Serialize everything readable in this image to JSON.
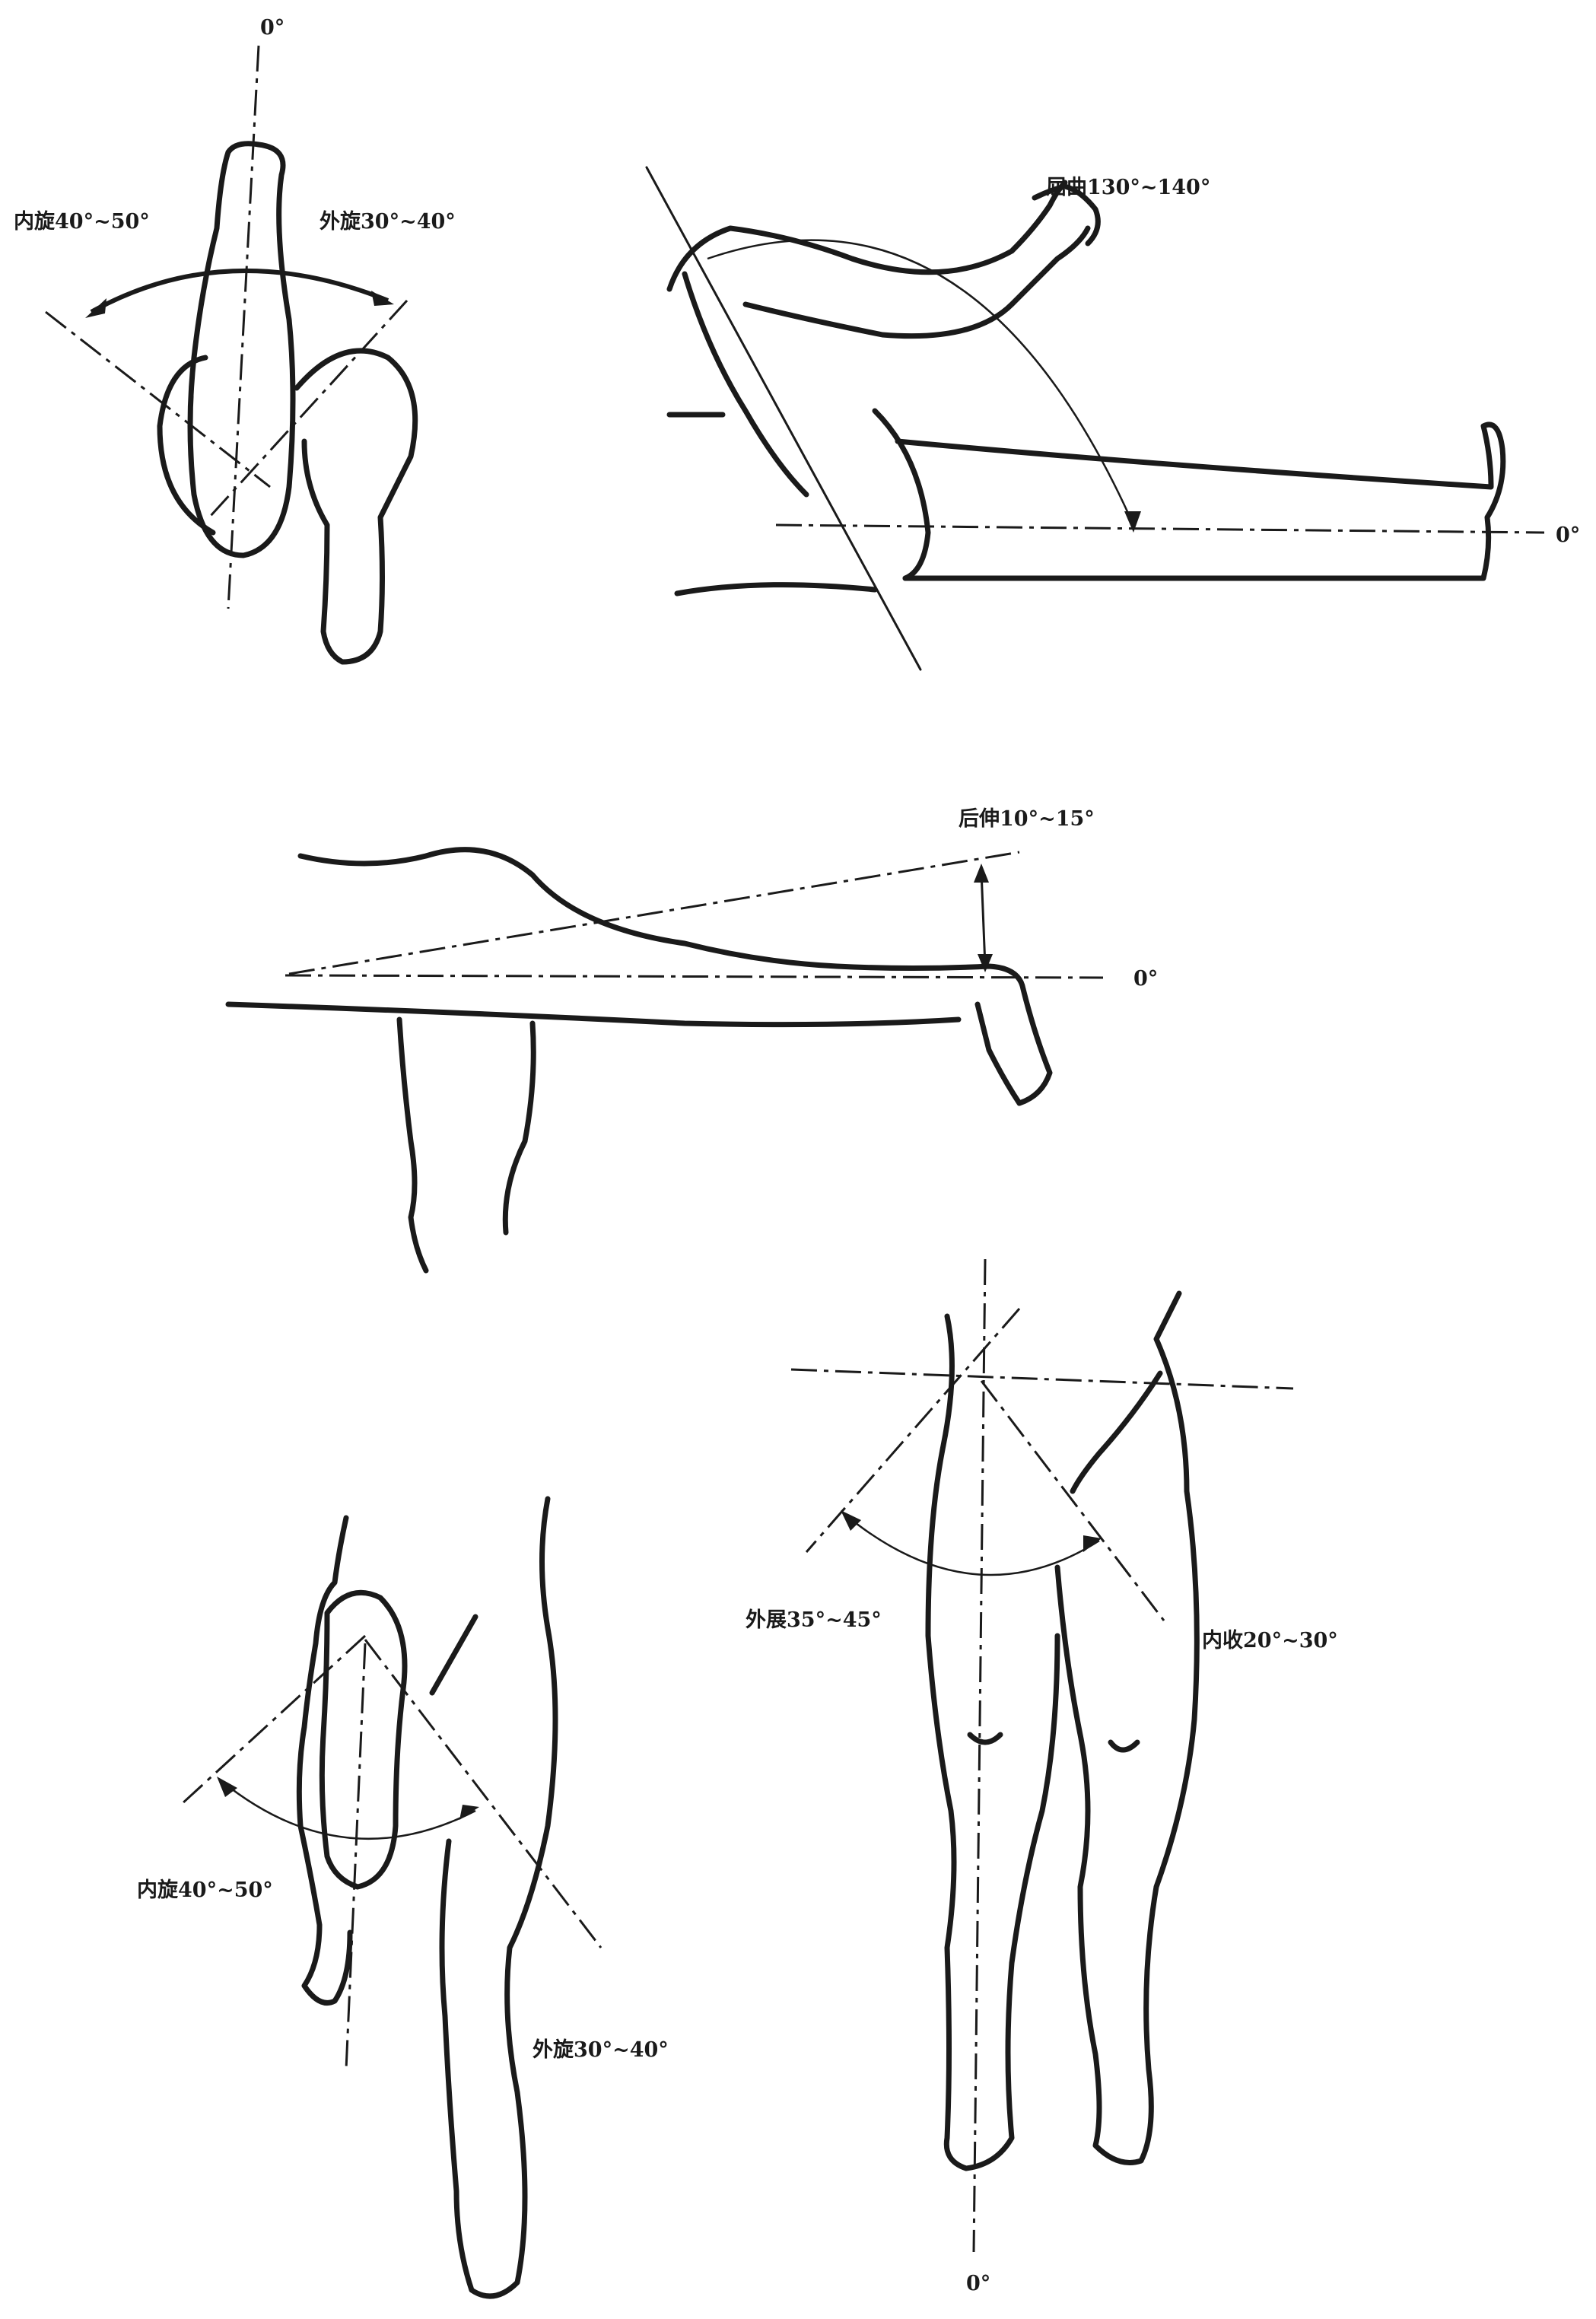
{
  "labels": {
    "p1_zero": "0°",
    "p1_internal": "内旋40°~50°",
    "p1_external": "外旋30°~40°",
    "p2_flexion": "屈曲130°~140°",
    "p2_zero": "0°",
    "p3_extension": "后伸10°~15°",
    "p3_zero": "0°",
    "p4_internal": "内旋40°~50°",
    "p4_external": "外旋30°~40°",
    "p5_abduction": "外展35°~45°",
    "p5_adduction": "内收20°~30°",
    "p5_zero": "0°"
  }
}
